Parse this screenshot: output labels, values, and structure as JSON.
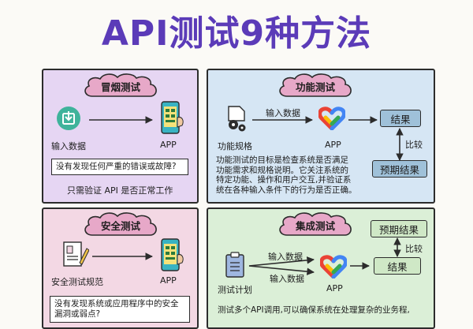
{
  "title": "API测试9种方法",
  "smoke": {
    "tag": "冒烟测试",
    "input_label": "输入数据",
    "app_label": "APP",
    "question": "没有发现任何严重的错误或故障?",
    "note": "只需验证 API 是否正常工作"
  },
  "functional": {
    "tag": "功能测试",
    "spec_label": "功能规格",
    "input_label": "输入数据",
    "app_label": "APP",
    "result": "结果",
    "compare": "比较",
    "expected": "预期结果",
    "desc": [
      "功能测试的目标是检查系统是否满足",
      "功能需求和规格说明。它关注系统的",
      "特定功能、操作和用户交互,并验证系",
      "统在各种输入条件下的行为是否正确。"
    ]
  },
  "security": {
    "tag": "安全测试",
    "spec_label": "安全测试规范",
    "app_label": "APP",
    "question": "没有发现系统或应用程序中的安全漏洞或弱点?"
  },
  "integration": {
    "tag": "集成测试",
    "plan_label": "测试计划",
    "input_label_1": "输入数据",
    "input_label_2": "输入数据",
    "app_label": "APP",
    "expected": "预期结果",
    "compare": "比较",
    "result": "结果",
    "desc": [
      "测试多个API调用,可以确保系统在处理复杂的业务程,"
    ]
  },
  "colors": {
    "title": "#5b3bb8",
    "smoke_bg": "#e6d6f3",
    "functional_bg": "#d6e6f4",
    "security_bg": "#f3d8e4",
    "integration_bg": "#dbefd7",
    "cloud_fill": "#e7a8c8",
    "download_icon": "#3fb39b",
    "app_icon": "#39b3c2"
  },
  "icons": [
    "download-icon",
    "app-phone-icon",
    "gears-document-icon",
    "google-fit-heart-icon",
    "document-pencil-icon",
    "clipboard-icon"
  ]
}
